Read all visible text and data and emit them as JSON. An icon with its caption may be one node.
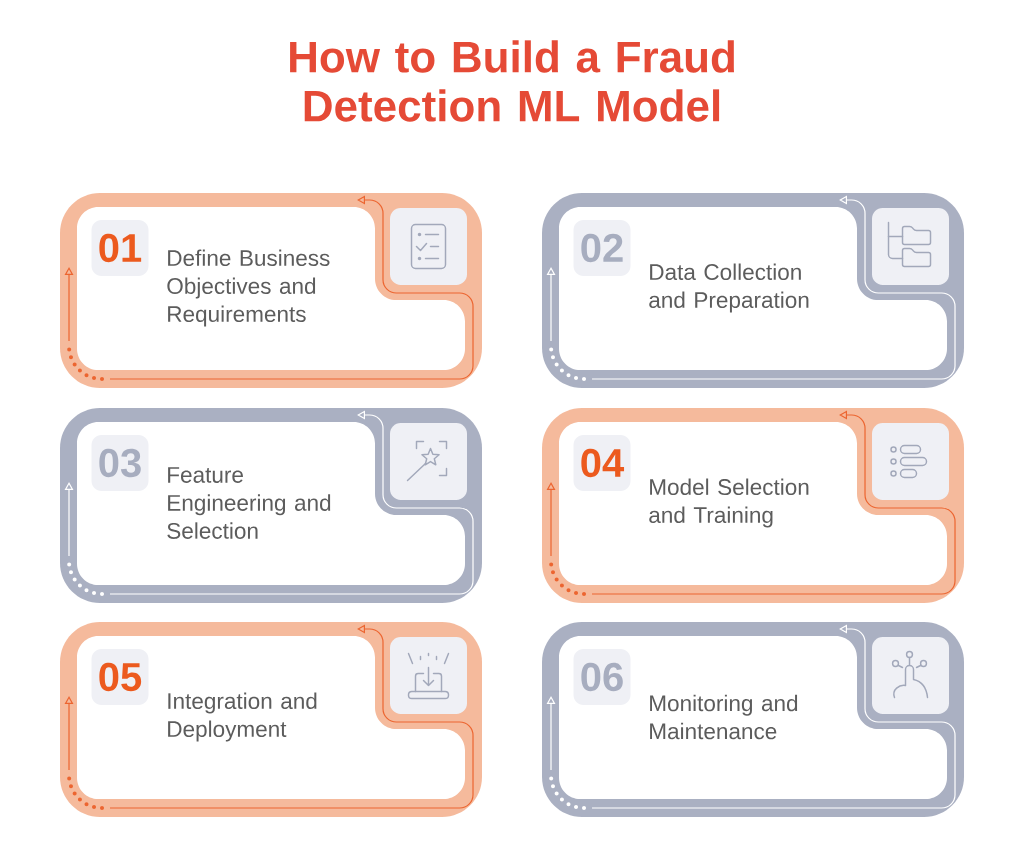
{
  "diagram": {
    "title": "How to Build a Fraud Detection ML Model",
    "nodes": [
      {
        "text": [
          "01",
          "Define Business Objectives and Requirements"
        ]
      },
      {
        "text": [
          "02",
          "Data Collection and Preparation"
        ]
      },
      {
        "text": [
          "03",
          "Feature Engineering and Selection"
        ]
      },
      {
        "text": [
          "04",
          "Model Selection and Training"
        ]
      },
      {
        "text": [
          "05",
          "Integration and Deployment"
        ]
      },
      {
        "text": [
          "06",
          "Monitoring and Maintenance"
        ]
      }
    ]
  }
}
